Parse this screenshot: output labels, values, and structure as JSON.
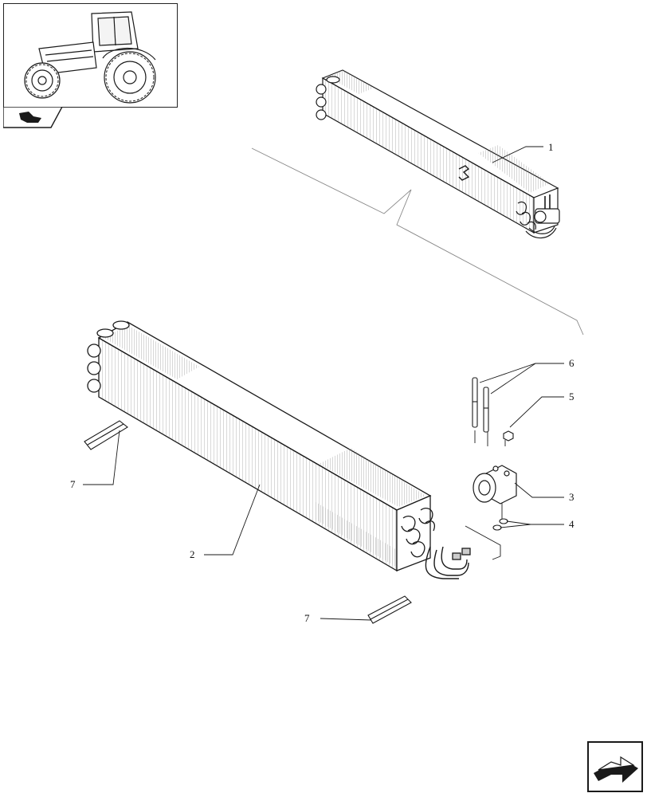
{
  "callouts": [
    {
      "id": "c1",
      "label": "1"
    },
    {
      "id": "c2",
      "label": "2"
    },
    {
      "id": "c3",
      "label": "3"
    },
    {
      "id": "c4",
      "label": "4"
    },
    {
      "id": "c5",
      "label": "5"
    },
    {
      "id": "c6",
      "label": "6"
    },
    {
      "id": "c7a",
      "label": "7"
    },
    {
      "id": "c7b",
      "label": "7"
    }
  ],
  "icons": {
    "thumbnail": "tractor-thumbnail-icon",
    "section_tab": "section-tab-icon",
    "next_page": "next-page-arrow-icon"
  },
  "colors": {
    "line": "#1a1a1a",
    "leader": "#888888",
    "fin": "#9a9a9a"
  }
}
